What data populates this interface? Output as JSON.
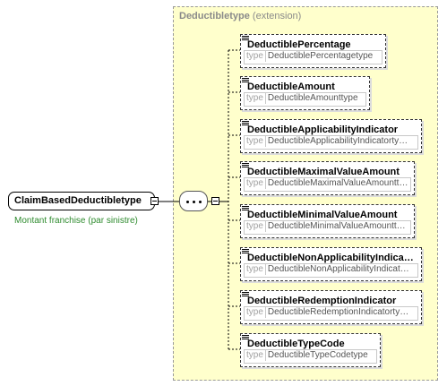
{
  "extension": {
    "name": "Deductibletype",
    "qualifier": "(extension)"
  },
  "root": {
    "name": "ClaimBasedDeductibletype",
    "description": "Montant franchise (par sinistre)"
  },
  "type_label": "type",
  "elements": [
    {
      "name": "DeductiblePercentage",
      "type": "DeductiblePercentagetype"
    },
    {
      "name": "DeductibleAmount",
      "type": "DeductibleAmounttype"
    },
    {
      "name": "DeductibleApplicabilityIndicator",
      "type": "DeductibleApplicabilityIndicatorty…"
    },
    {
      "name": "DeductibleMaximalValueAmount",
      "type": "DeductibleMaximalValueAmountt…"
    },
    {
      "name": "DeductibleMinimalValueAmount",
      "type": "DeductibleMinimalValueAmountt…"
    },
    {
      "name": "DeductibleNonApplicabilityIndica…",
      "type": "DeductibleNonApplicabilityIndicat…"
    },
    {
      "name": "DeductibleRedemptionIndicator",
      "type": "DeductibleRedemptionIndicatorty…"
    },
    {
      "name": "DeductibleTypeCode",
      "type": "DeductibleTypeCodetype"
    }
  ]
}
